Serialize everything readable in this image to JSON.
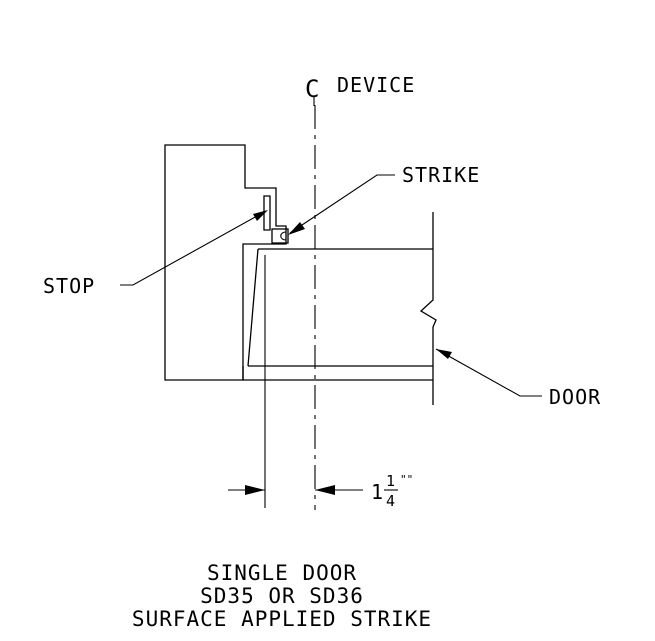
{
  "labels": {
    "centerline_symbol": "C",
    "centerline_text": "DEVICE",
    "strike": "STRIKE",
    "stop": "STOP",
    "door": "DOOR"
  },
  "dimension": {
    "whole": "1",
    "numerator": "1",
    "denominator": "4",
    "marks": "\"\""
  },
  "title": {
    "line1": "SINGLE DOOR",
    "line2": "SD35 OR SD36",
    "line3": "SURFACE APPLIED STRIKE"
  }
}
